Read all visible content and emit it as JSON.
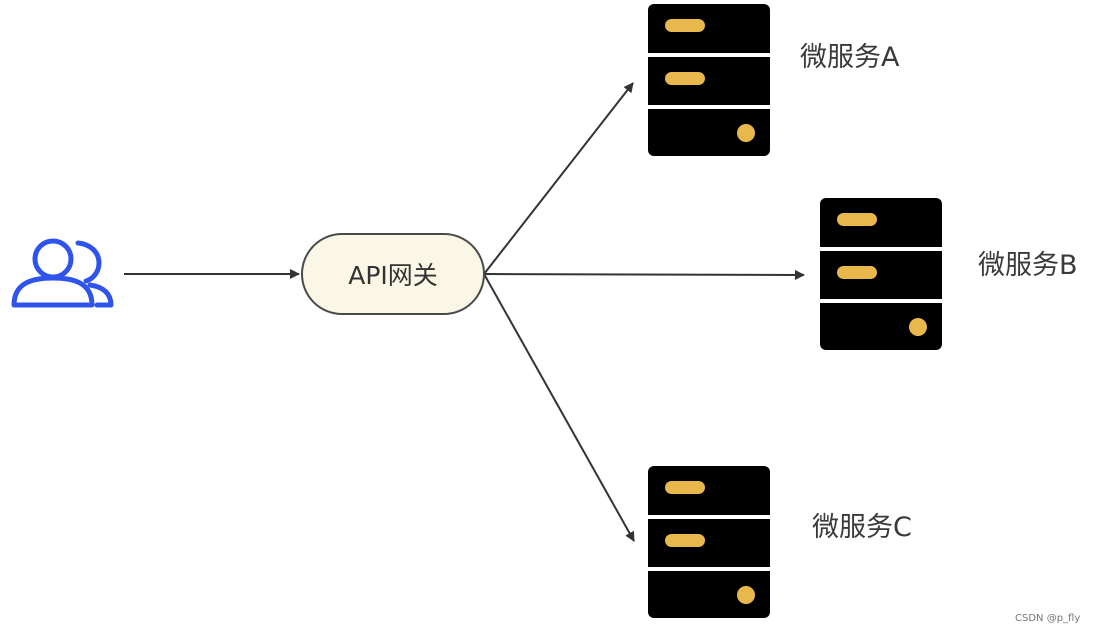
{
  "gateway": {
    "label": "API网关"
  },
  "services": [
    {
      "label": "微服务A"
    },
    {
      "label": "微服务B"
    },
    {
      "label": "微服务C"
    }
  ],
  "watermark": "CSDN @p_fly",
  "colors": {
    "users_icon": "#2f54eb",
    "gateway_fill": "#fbf7e6",
    "gateway_stroke": "#4a4a4a",
    "server_body": "#000000",
    "server_accent": "#e8b84c",
    "arrow": "#333333"
  },
  "icons": {
    "users": "users-group-icon",
    "server": "server-rack-icon"
  }
}
